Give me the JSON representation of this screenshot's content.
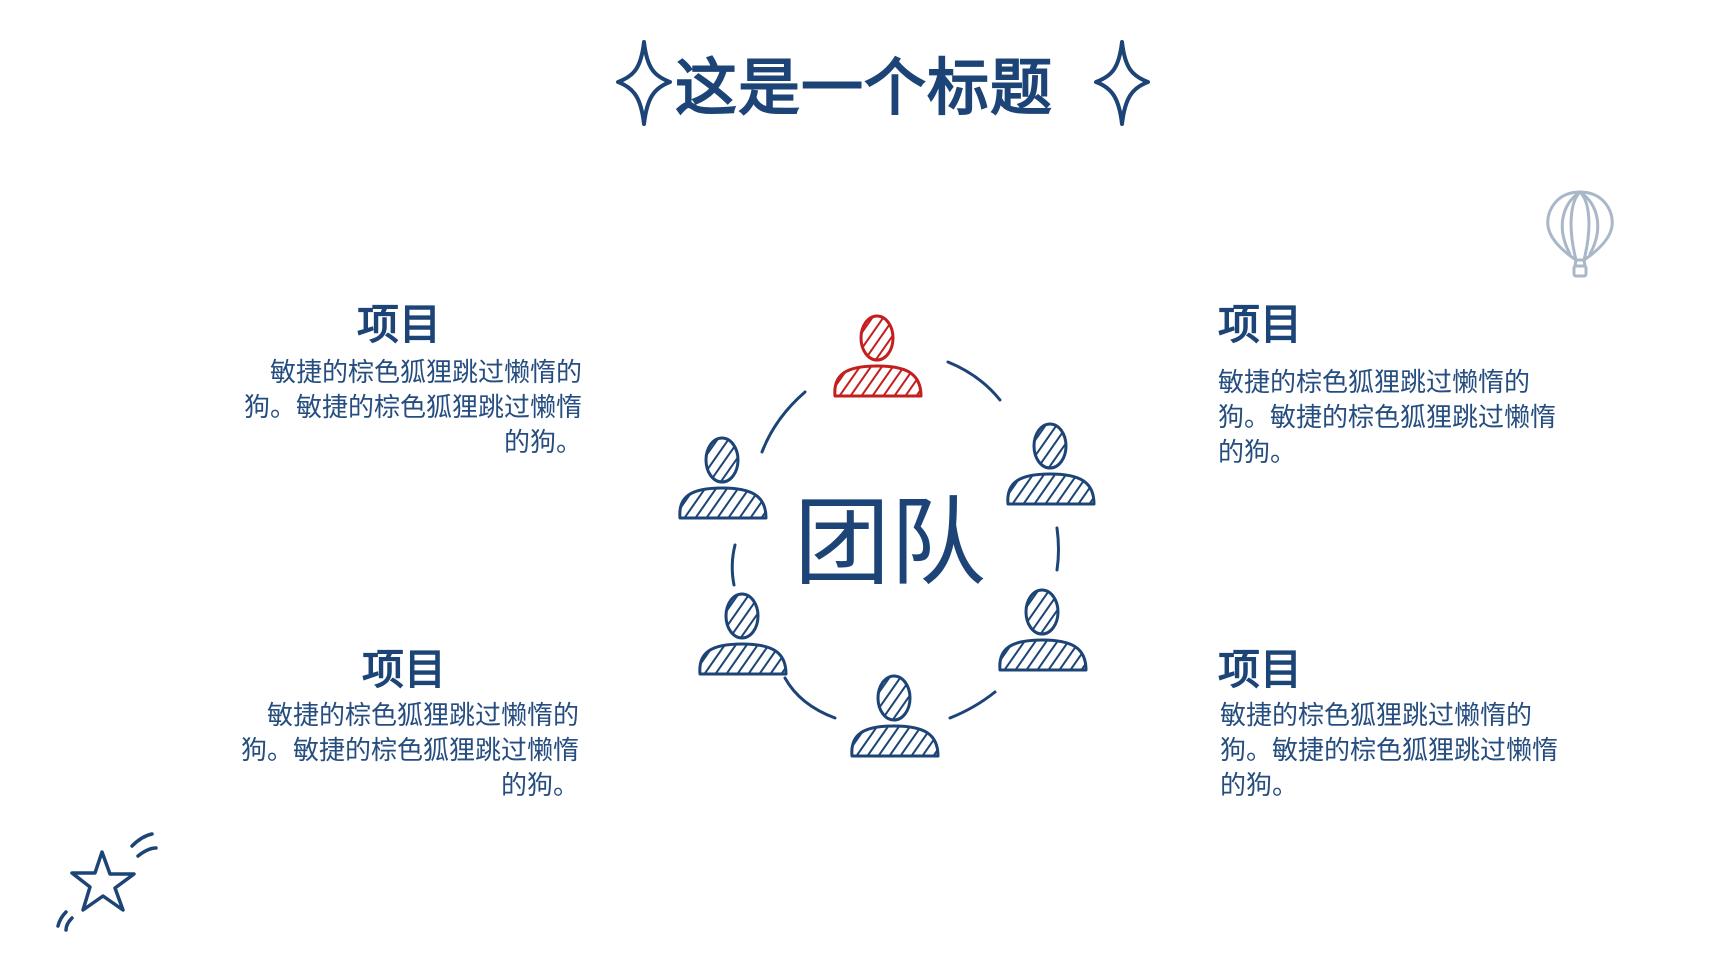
{
  "slide": {
    "title": "这是一个标题",
    "center_label": "团队",
    "blocks": [
      {
        "id": "top-left",
        "title": "项目",
        "text": "敏捷的棕色狐狸跳过懒惰的狗。敏捷的棕色狐狸跳过懒惰的狗。"
      },
      {
        "id": "top-right",
        "title": "项目",
        "text": "敏捷的棕色狐狸跳过懒惰的狗。敏捷的棕色狐狸跳过懒惰的狗。"
      },
      {
        "id": "bottom-left",
        "title": "项目",
        "text": "敏捷的棕色狐狸跳过懒惰的狗。敏捷的棕色狐狸跳过懒惰的狗。"
      },
      {
        "id": "bottom-right",
        "title": "项目",
        "text": "敏捷的棕色狐狸跳过懒惰的狗。敏捷的棕色狐狸跳过懒惰的狗。"
      }
    ]
  },
  "colors": {
    "primary": "#1d4477",
    "accent": "#c41e1e",
    "balloon": "#a9b7c8"
  },
  "icons": [
    "sparkle-icon",
    "person-icon",
    "hot-air-balloon-icon",
    "star-icon"
  ]
}
